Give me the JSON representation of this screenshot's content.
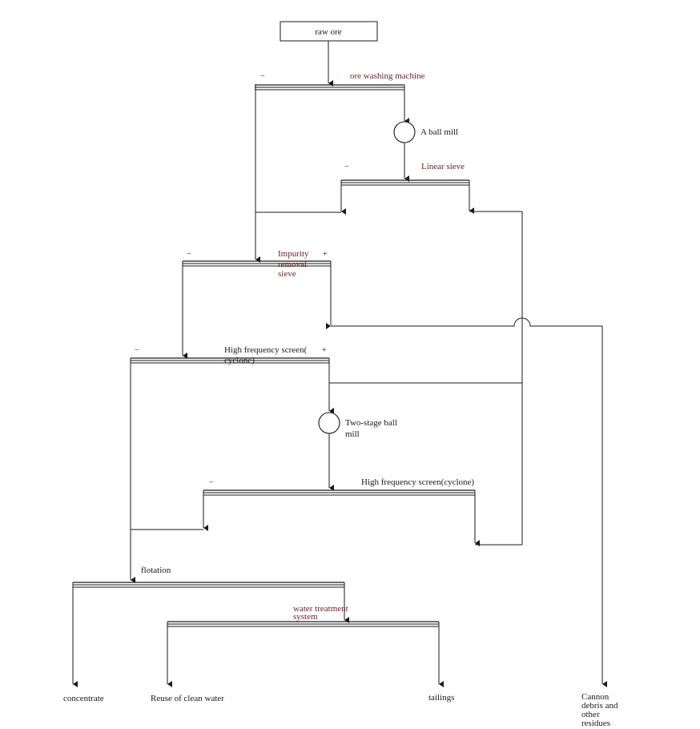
{
  "nodes": {
    "raw_ore": "raw ore",
    "ore_washing": "ore washing machine",
    "ball_mill_a": "A ball mill",
    "linear_sieve": "Linear sieve",
    "impurity_1": "Impurity",
    "impurity_2": "removal",
    "impurity_3": "sieve",
    "hf_screen_1_a": "High frequency screen(",
    "hf_screen_1_b": "cyclone)",
    "two_stage_1": "Two-stage ball",
    "two_stage_2": "mill",
    "hf_screen_2": "High frequency screen(cyclone)",
    "flotation": "flotation",
    "water_treat_1": "water treatment",
    "water_treat_2": "system"
  },
  "outputs": {
    "concentrate": "concentrate",
    "clean_water": "Reuse of clean water",
    "tailings": "tailings",
    "cannon_1": "Cannon",
    "cannon_2": "debris and",
    "cannon_3": "other",
    "cannon_4": "residues"
  },
  "signs": {
    "minus": "−",
    "plus": "+"
  }
}
